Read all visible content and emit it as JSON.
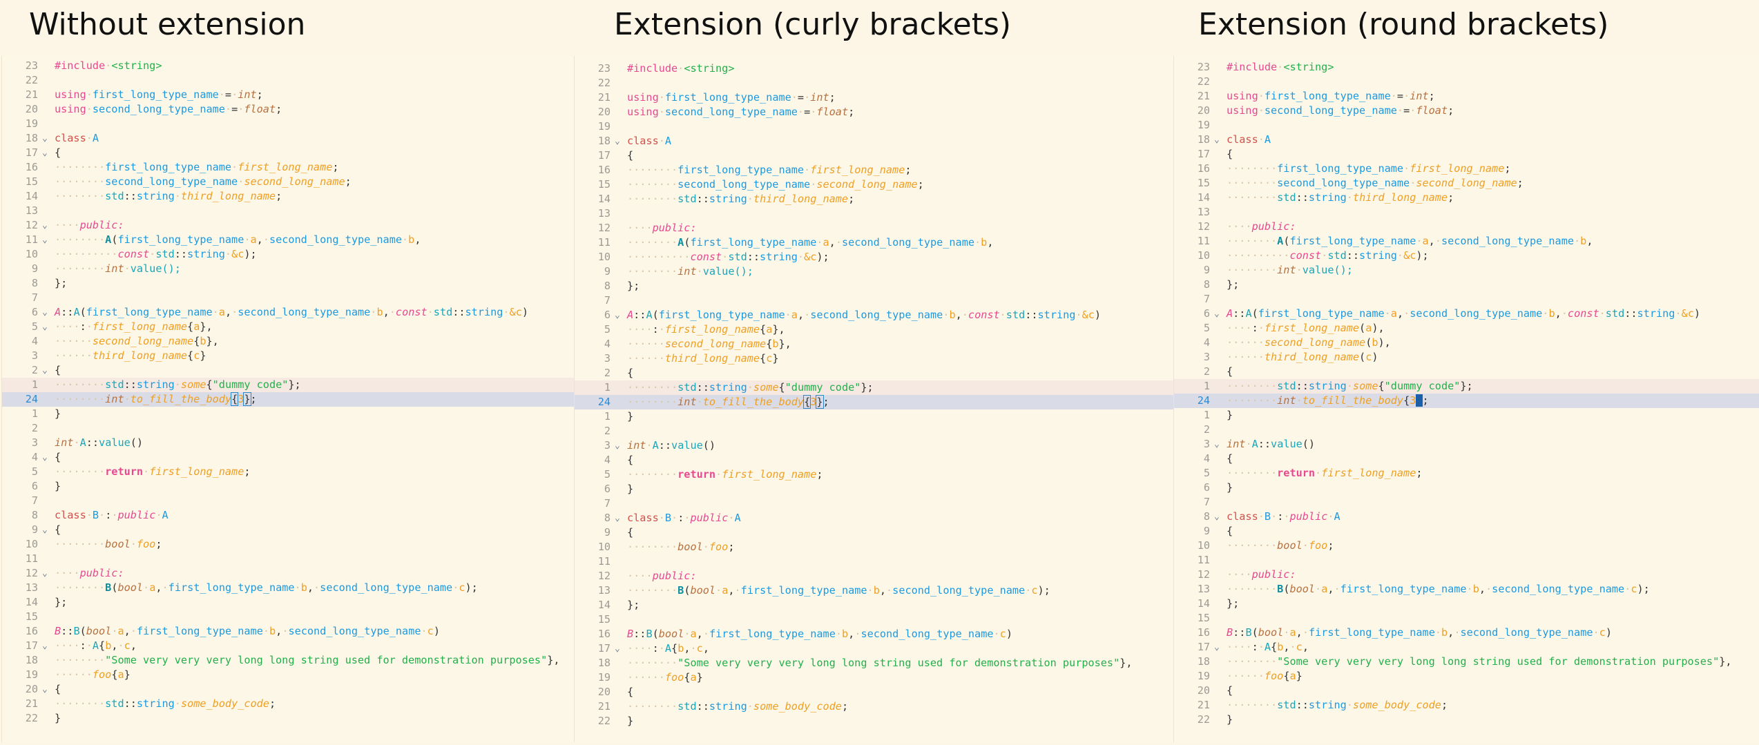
{
  "panels": [
    {
      "title": "Without extension",
      "variant": "none"
    },
    {
      "title": "Extension (curly brackets)",
      "variant": "curly"
    },
    {
      "title": "Extension (round brackets)",
      "variant": "round"
    }
  ],
  "line_numbers": [
    "23",
    "22",
    "21",
    "20",
    "19",
    "18",
    "17",
    "16",
    "15",
    "14",
    "13",
    "12",
    "11",
    "10",
    "9",
    "8",
    "7",
    "6",
    "5",
    "4",
    "3",
    "2",
    "1",
    "24",
    "1",
    "2",
    "3",
    "4",
    "5",
    "6",
    "7",
    "8",
    "9",
    "10",
    "11",
    "12",
    "13",
    "14",
    "15",
    "16",
    "17",
    "18",
    "19",
    "20",
    "21",
    "22"
  ],
  "active_line_index": 23,
  "highlight_line_index": 22,
  "tokens": {
    "include": "#include",
    "string_header": "<string>",
    "using": "using",
    "eq": "=",
    "semi": ";",
    "t1": "first_long_type_name",
    "t2": "second_long_type_name",
    "int": "int",
    "float": "float",
    "class": "class",
    "A": "A",
    "B": "B",
    "lbrace": "{",
    "rbrace": "}",
    "rbrace_semi": "};",
    "f1": "first_long_name",
    "f2": "second_long_name",
    "f3": "third_long_name",
    "std": "std",
    "cc": "::",
    "string": "string",
    "public": "public:",
    "public_kw": "public",
    "const": "const",
    "a": "a",
    "b": "b",
    "c": "c",
    "amp_c": "&c",
    "comma": ",",
    "lp": "(",
    "rp": ")",
    "rp_semi": ");",
    "colon": ":",
    "value": "value",
    "value_call": "value();",
    "some": "some",
    "dummy": "\"dummy code\"",
    "fill": "to_fill_the_body",
    "three": "3",
    "return": "return",
    "bool": "bool",
    "foo": "foo",
    "longstr": "\"Some very very very long long string used for demonstration purposes\"",
    "some_body_code": "some_body_code",
    "dot": "·"
  }
}
